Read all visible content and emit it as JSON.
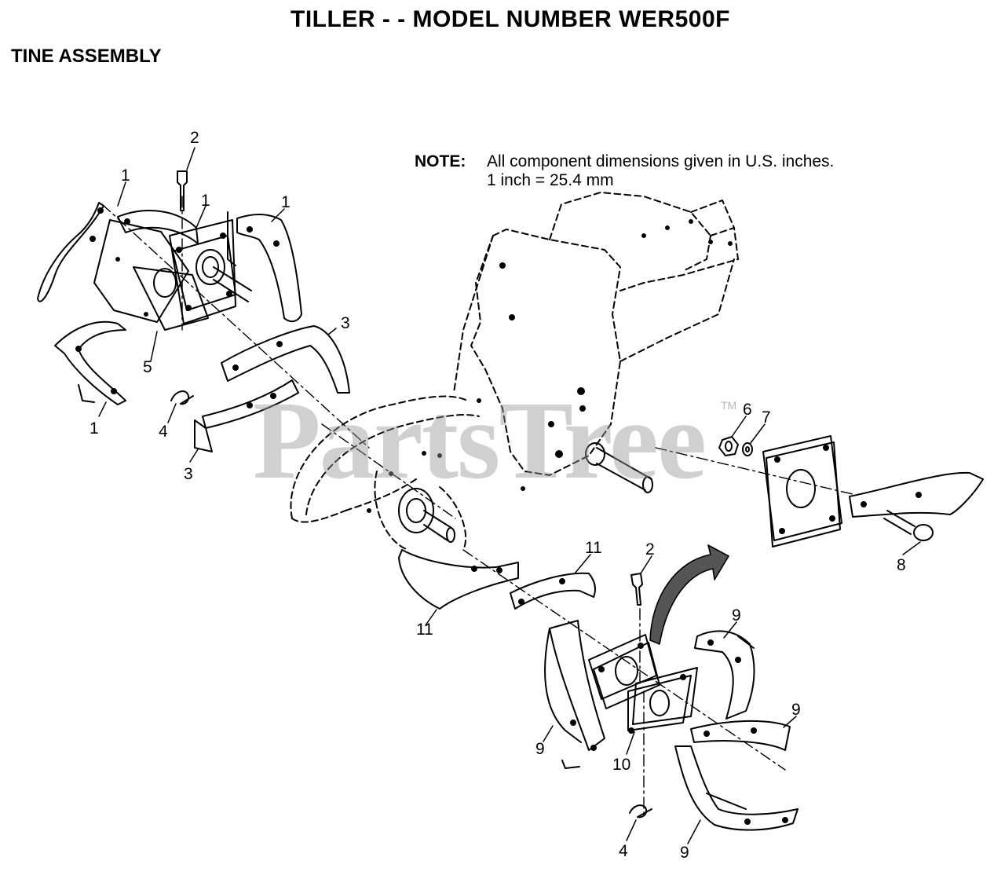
{
  "header": {
    "title": "TILLER - - MODEL NUMBER WER500F",
    "subtitle": "TINE ASSEMBLY"
  },
  "note": {
    "label": "NOTE:",
    "line1": "All component dimensions given in U.S. inches.",
    "line2": "1 inch = 25.4 mm"
  },
  "watermark": {
    "text": "PartsTree",
    "trademark": "TM"
  },
  "callouts": {
    "c1a": "1",
    "c1b": "1",
    "c1c": "1",
    "c1d": "1",
    "c2a": "2",
    "c2b": "2",
    "c3a": "3",
    "c3b": "3",
    "c4a": "4",
    "c4b": "4",
    "c5": "5",
    "c6": "6",
    "c7": "7",
    "c8": "8",
    "c9a": "9",
    "c9b": "9",
    "c9c": "9",
    "c9d": "9",
    "c10": "10",
    "c11a": "11",
    "c11b": "11"
  }
}
